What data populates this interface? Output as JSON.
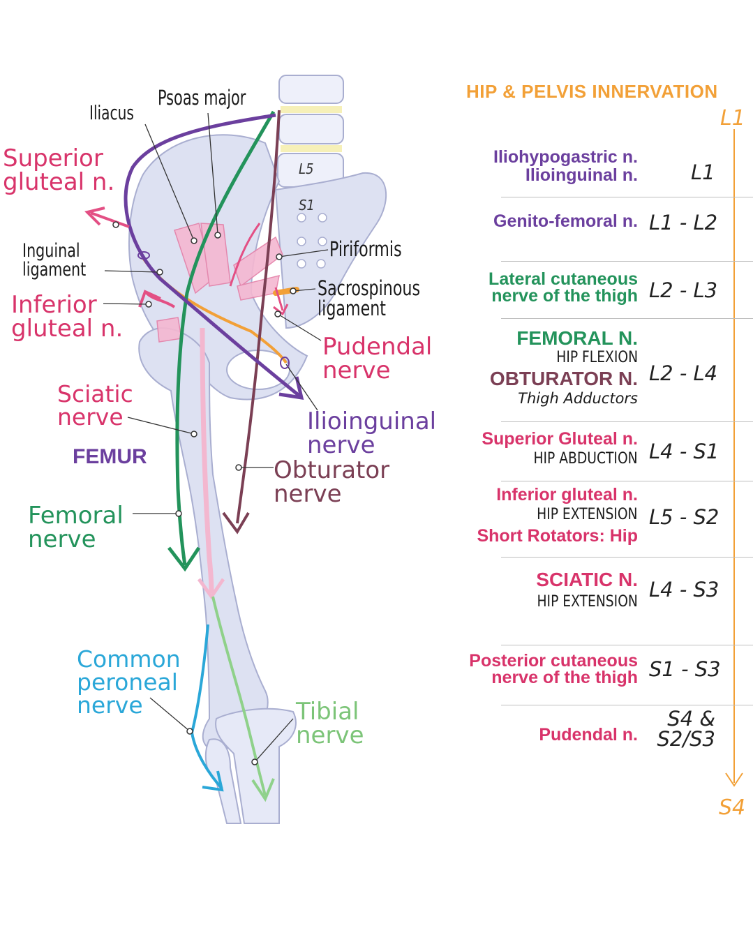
{
  "title": "HIP & PELVIS INNERVATION",
  "scale_top": "L1",
  "scale_bottom": "S4",
  "spine_labels": {
    "l5": "L5",
    "s1": "S1"
  },
  "labels": {
    "iliacus": "Iliacus",
    "psoas": "Psoas major",
    "superior_gluteal": [
      "Superior",
      "gluteal n."
    ],
    "inguinal": [
      "Inguinal",
      "ligament"
    ],
    "inferior_gluteal": [
      "Inferior",
      "gluteal n."
    ],
    "piriformis": "Piriformis",
    "sacrospinous": [
      "Sacrospinous",
      "ligament"
    ],
    "pudendal": [
      "Pudendal",
      "nerve"
    ],
    "sciatic": [
      "Sciatic",
      "nerve"
    ],
    "femur": "FEMUR",
    "ilioinguinal": [
      "Ilioinguinal",
      "nerve"
    ],
    "obturator": [
      "Obturator",
      "nerve"
    ],
    "femoral": [
      "Femoral",
      "nerve"
    ],
    "common_peroneal": [
      "Common",
      "peroneal",
      "nerve"
    ],
    "tibial": [
      "Tibial",
      "nerve"
    ]
  },
  "colors": {
    "accent": "#f2a037",
    "purple": "#6b3f9e",
    "green": "#23935b",
    "magenta": "#d8336a",
    "brown": "#7b3f54",
    "blue": "#2aa7d8",
    "light_green": "#8fd18a",
    "bone": "#dde1f2"
  },
  "rows": [
    {
      "name1": "Iliohypogastric n.",
      "name2": "Ilioinguinal n.",
      "level": "L1"
    },
    {
      "name1": "Genito-femoral n.",
      "level": "L1 - L2"
    },
    {
      "name1": "Lateral cutaneous",
      "name2": "nerve of the thigh",
      "level": "L2 - L3"
    },
    {
      "name1": "FEMORAL N.",
      "sub1": "HIP FLEXION",
      "name2": "OBTURATOR N.",
      "sub2": "Thigh Adductors",
      "level": "L2 - L4"
    },
    {
      "name1": "Superior Gluteal n.",
      "sub1": "HIP ABDUCTION",
      "level": "L4 - S1"
    },
    {
      "name1": "Inferior gluteal n.",
      "sub1": "HIP EXTENSION",
      "name2": "Short Rotators: Hip",
      "level": "L5 - S2"
    },
    {
      "name1": "SCIATIC N.",
      "sub1": "HIP EXTENSION",
      "level": "L4 - S3"
    },
    {
      "name1": "Posterior cutaneous",
      "name2": "nerve of the thigh",
      "level": "S1 - S3"
    },
    {
      "name1": "Pudendal n.",
      "level1": "S4 &",
      "level2": "S2/S3"
    }
  ]
}
